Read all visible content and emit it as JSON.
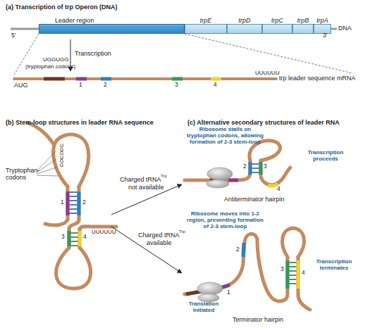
{
  "diagram": {
    "nodes": [
      {
        "text": [
          "Leader region"
        ]
      },
      {
        "text": [
          "trpE"
        ]
      },
      {
        "text": [
          "trpD"
        ]
      },
      {
        "text": [
          "trpC"
        ]
      },
      {
        "text": [
          "trpB"
        ]
      },
      {
        "text": [
          "trpA"
        ]
      }
    ],
    "labels": [
      "(a) Transcription of trp Operon (DNA)",
      "5′",
      "3′",
      "DNA",
      "Transcription",
      "UGGUGG",
      "(tryptophan codons)",
      "AUG",
      "1",
      "2",
      "3",
      "4",
      "UUUUUU",
      "trp leader sequence mRNA",
      "(b) Stem-loop structures in leader RNA sequence",
      "(c) Alternative secondary structures of leader RNA",
      "Tryptophan- codons",
      "UGGUGG",
      "1",
      "2",
      "3",
      "4",
      "UUUUUU",
      "Charged tRNA",
      "Trp",
      "not available",
      "Charged tRNA",
      "Trp",
      "available",
      "Ribosome stalls on tryptophan codons, allowing formation of 2-3 stem-loop",
      "Transcription proceeds",
      "2",
      "3",
      "4",
      "Antiterminator hairpin",
      "Ribosome moves into 1-2 region, preventing formation of 2-3 stem-loop",
      "Transcription terminates",
      "2",
      "3",
      "4",
      "1",
      "Translation initiated",
      "Terminator hairpin"
    ]
  }
}
